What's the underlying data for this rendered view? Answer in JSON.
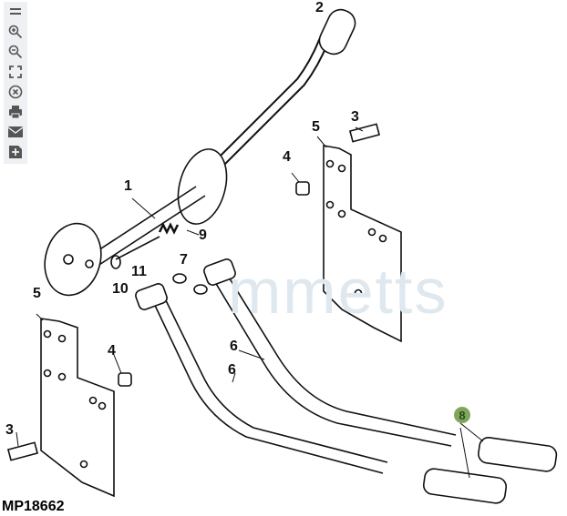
{
  "toolbar": {
    "icons": [
      "menu-icon",
      "zoom-in-icon",
      "zoom-out-icon",
      "fullscreen-icon",
      "close-icon",
      "print-icon",
      "email-icon",
      "add-document-icon"
    ]
  },
  "diagram": {
    "id": "MP18662",
    "watermark": "mmetts",
    "callouts": [
      "1",
      "2",
      "3",
      "4",
      "5",
      "6",
      "7",
      "8",
      "9",
      "10",
      "11",
      "5",
      "4",
      "3",
      "6"
    ],
    "highlight_color": "#7fa65a"
  }
}
